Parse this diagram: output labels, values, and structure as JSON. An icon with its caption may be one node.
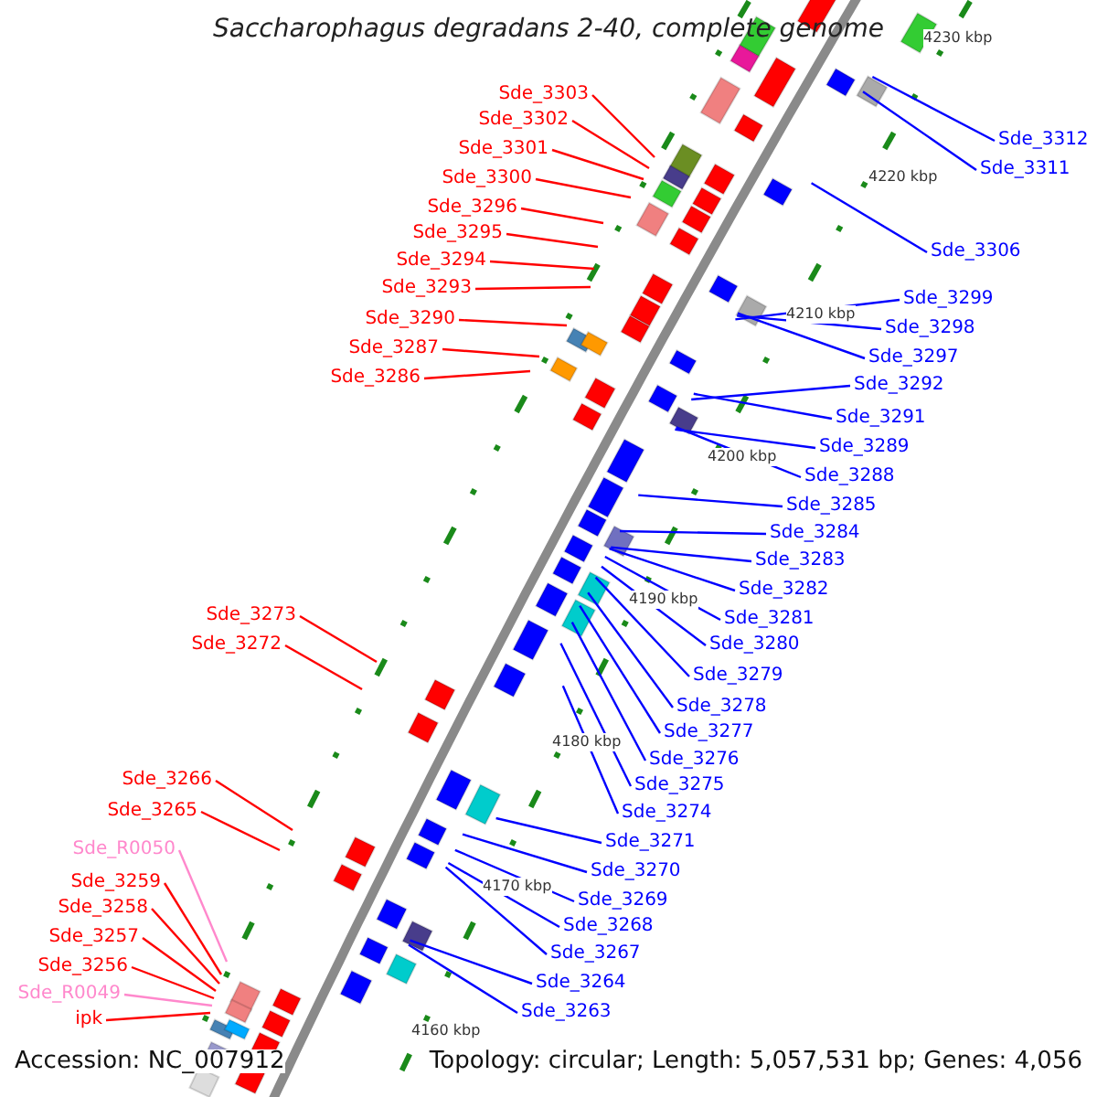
{
  "diagram": {
    "title": "Saccharophagus degradans 2-40, complete genome",
    "nodes": [
      {
        "text": [
          "Sde_3303"
        ]
      },
      {
        "text": [
          "Sde_3302"
        ]
      },
      {
        "text": [
          "Sde_3301"
        ]
      },
      {
        "text": [
          "Sde_3300"
        ]
      },
      {
        "text": [
          "Sde_3296"
        ]
      },
      {
        "text": [
          "Sde_3295"
        ]
      },
      {
        "text": [
          "Sde_3294"
        ]
      },
      {
        "text": [
          "Sde_3293"
        ]
      },
      {
        "text": [
          "Sde_3290"
        ]
      },
      {
        "text": [
          "Sde_3287"
        ]
      },
      {
        "text": [
          "Sde_3286"
        ]
      },
      {
        "text": [
          "Sde_3273"
        ]
      },
      {
        "text": [
          "Sde_3272"
        ]
      },
      {
        "text": [
          "Sde_3266"
        ]
      },
      {
        "text": [
          "Sde_3265"
        ]
      },
      {
        "text": [
          "Sde_R0050"
        ]
      },
      {
        "text": [
          "Sde_3259"
        ]
      },
      {
        "text": [
          "Sde_3258"
        ]
      },
      {
        "text": [
          "Sde_3257"
        ]
      },
      {
        "text": [
          "Sde_3256"
        ]
      },
      {
        "text": [
          "Sde_R0049"
        ]
      },
      {
        "text": [
          "ipk"
        ]
      },
      {
        "text": [
          "Sde_3312"
        ]
      },
      {
        "text": [
          "Sde_3311"
        ]
      },
      {
        "text": [
          "Sde_3306"
        ]
      },
      {
        "text": [
          "Sde_3299"
        ]
      },
      {
        "text": [
          "Sde_3298"
        ]
      },
      {
        "text": [
          "Sde_3297"
        ]
      },
      {
        "text": [
          "Sde_3292"
        ]
      },
      {
        "text": [
          "Sde_3291"
        ]
      },
      {
        "text": [
          "Sde_3289"
        ]
      },
      {
        "text": [
          "Sde_3288"
        ]
      },
      {
        "text": [
          "Sde_3285"
        ]
      },
      {
        "text": [
          "Sde_3284"
        ]
      },
      {
        "text": [
          "Sde_3283"
        ]
      },
      {
        "text": [
          "Sde_3282"
        ]
      },
      {
        "text": [
          "Sde_3281"
        ]
      },
      {
        "text": [
          "Sde_3280"
        ]
      },
      {
        "text": [
          "Sde_3279"
        ]
      },
      {
        "text": [
          "Sde_3278"
        ]
      },
      {
        "text": [
          "Sde_3277"
        ]
      },
      {
        "text": [
          "Sde_3276"
        ]
      },
      {
        "text": [
          "Sde_3275"
        ]
      },
      {
        "text": [
          "Sde_3274"
        ]
      },
      {
        "text": [
          "Sde_3271"
        ]
      },
      {
        "text": [
          "Sde_3270"
        ]
      },
      {
        "text": [
          "Sde_3269"
        ]
      },
      {
        "text": [
          "Sde_3268"
        ]
      },
      {
        "text": [
          "Sde_3267"
        ]
      },
      {
        "text": [
          "Sde_3264"
        ]
      },
      {
        "text": [
          "Sde_3263"
        ]
      }
    ],
    "edges": [
      {
        "from": 0,
        "to": null,
        "arrow": "none",
        "color": "#ff0000"
      },
      {
        "from": 1,
        "to": null,
        "arrow": "none",
        "color": "#ff0000"
      },
      {
        "from": 2,
        "to": null,
        "arrow": "none",
        "color": "#ff0000"
      },
      {
        "from": 3,
        "to": null,
        "arrow": "none",
        "color": "#ff0000"
      },
      {
        "from": 4,
        "to": null,
        "arrow": "none",
        "color": "#ff0000"
      },
      {
        "from": 5,
        "to": null,
        "arrow": "none",
        "color": "#ff0000"
      },
      {
        "from": 6,
        "to": null,
        "arrow": "none",
        "color": "#ff0000"
      },
      {
        "from": 7,
        "to": null,
        "arrow": "none",
        "color": "#ff0000"
      },
      {
        "from": 8,
        "to": null,
        "arrow": "none",
        "color": "#ff0000"
      },
      {
        "from": 9,
        "to": null,
        "arrow": "none",
        "color": "#ff0000"
      },
      {
        "from": 10,
        "to": null,
        "arrow": "none",
        "color": "#ff0000"
      },
      {
        "from": 11,
        "to": null,
        "arrow": "none",
        "color": "#ff0000"
      },
      {
        "from": 12,
        "to": null,
        "arrow": "none",
        "color": "#ff0000"
      },
      {
        "from": 13,
        "to": null,
        "arrow": "none",
        "color": "#ff0000"
      },
      {
        "from": 14,
        "to": null,
        "arrow": "none",
        "color": "#ff0000"
      },
      {
        "from": 15,
        "to": null,
        "arrow": "none",
        "color": "#ff88cc"
      },
      {
        "from": 16,
        "to": null,
        "arrow": "none",
        "color": "#ff0000"
      },
      {
        "from": 17,
        "to": null,
        "arrow": "none",
        "color": "#ff0000"
      },
      {
        "from": 18,
        "to": null,
        "arrow": "none",
        "color": "#ff0000"
      },
      {
        "from": 19,
        "to": null,
        "arrow": "none",
        "color": "#ff0000"
      },
      {
        "from": 20,
        "to": null,
        "arrow": "none",
        "color": "#ff88cc"
      },
      {
        "from": 21,
        "to": null,
        "arrow": "none",
        "color": "#ff0000"
      },
      {
        "from": 22,
        "to": null,
        "arrow": "none"
      },
      {
        "from": 23,
        "to": null,
        "arrow": "none"
      },
      {
        "from": 24,
        "to": null,
        "arrow": "none"
      },
      {
        "from": 25,
        "to": null,
        "arrow": "none"
      },
      {
        "from": 26,
        "to": null,
        "arrow": "none"
      },
      {
        "from": 27,
        "to": null,
        "arrow": "none"
      },
      {
        "from": 28,
        "to": null,
        "arrow": "none"
      },
      {
        "from": 29,
        "to": null,
        "arrow": "none"
      },
      {
        "from": 30,
        "to": null,
        "arrow": "none"
      },
      {
        "from": 31,
        "to": null,
        "arrow": "none"
      },
      {
        "from": 32,
        "to": null,
        "arrow": "none"
      },
      {
        "from": 33,
        "to": null,
        "arrow": "none"
      },
      {
        "from": 34,
        "to": null,
        "arrow": "none"
      },
      {
        "from": 35,
        "to": null,
        "arrow": "none"
      },
      {
        "from": 36,
        "to": null,
        "arrow": "none"
      },
      {
        "from": 37,
        "to": null,
        "arrow": "none"
      },
      {
        "from": 38,
        "to": null,
        "arrow": "none"
      },
      {
        "from": 39,
        "to": null,
        "arrow": "none"
      },
      {
        "from": 40,
        "to": null,
        "arrow": "none"
      },
      {
        "from": 41,
        "to": null,
        "arrow": "none"
      },
      {
        "from": 42,
        "to": null,
        "arrow": "none"
      },
      {
        "from": 43,
        "to": null,
        "arrow": "none"
      },
      {
        "from": 44,
        "to": null,
        "arrow": "none"
      },
      {
        "from": 45,
        "to": null,
        "arrow": "none"
      },
      {
        "from": 46,
        "to": null,
        "arrow": "none"
      },
      {
        "from": 47,
        "to": null,
        "arrow": "none"
      },
      {
        "from": 48,
        "to": null,
        "arrow": "none"
      },
      {
        "from": 49,
        "to": null,
        "arrow": "none"
      },
      {
        "from": 50,
        "to": null,
        "arrow": "none"
      }
    ],
    "labels": [
      "4230 kbp",
      "4220 kbp",
      "4210 kbp",
      "4200 kbp",
      "4190 kbp",
      "4180 kbp",
      "4170 kbp",
      "4160 kbp",
      "Accession: NC_007912",
      "Topology: circular; Length: 5,057,531 bp; Genes: 4,056"
    ]
  }
}
